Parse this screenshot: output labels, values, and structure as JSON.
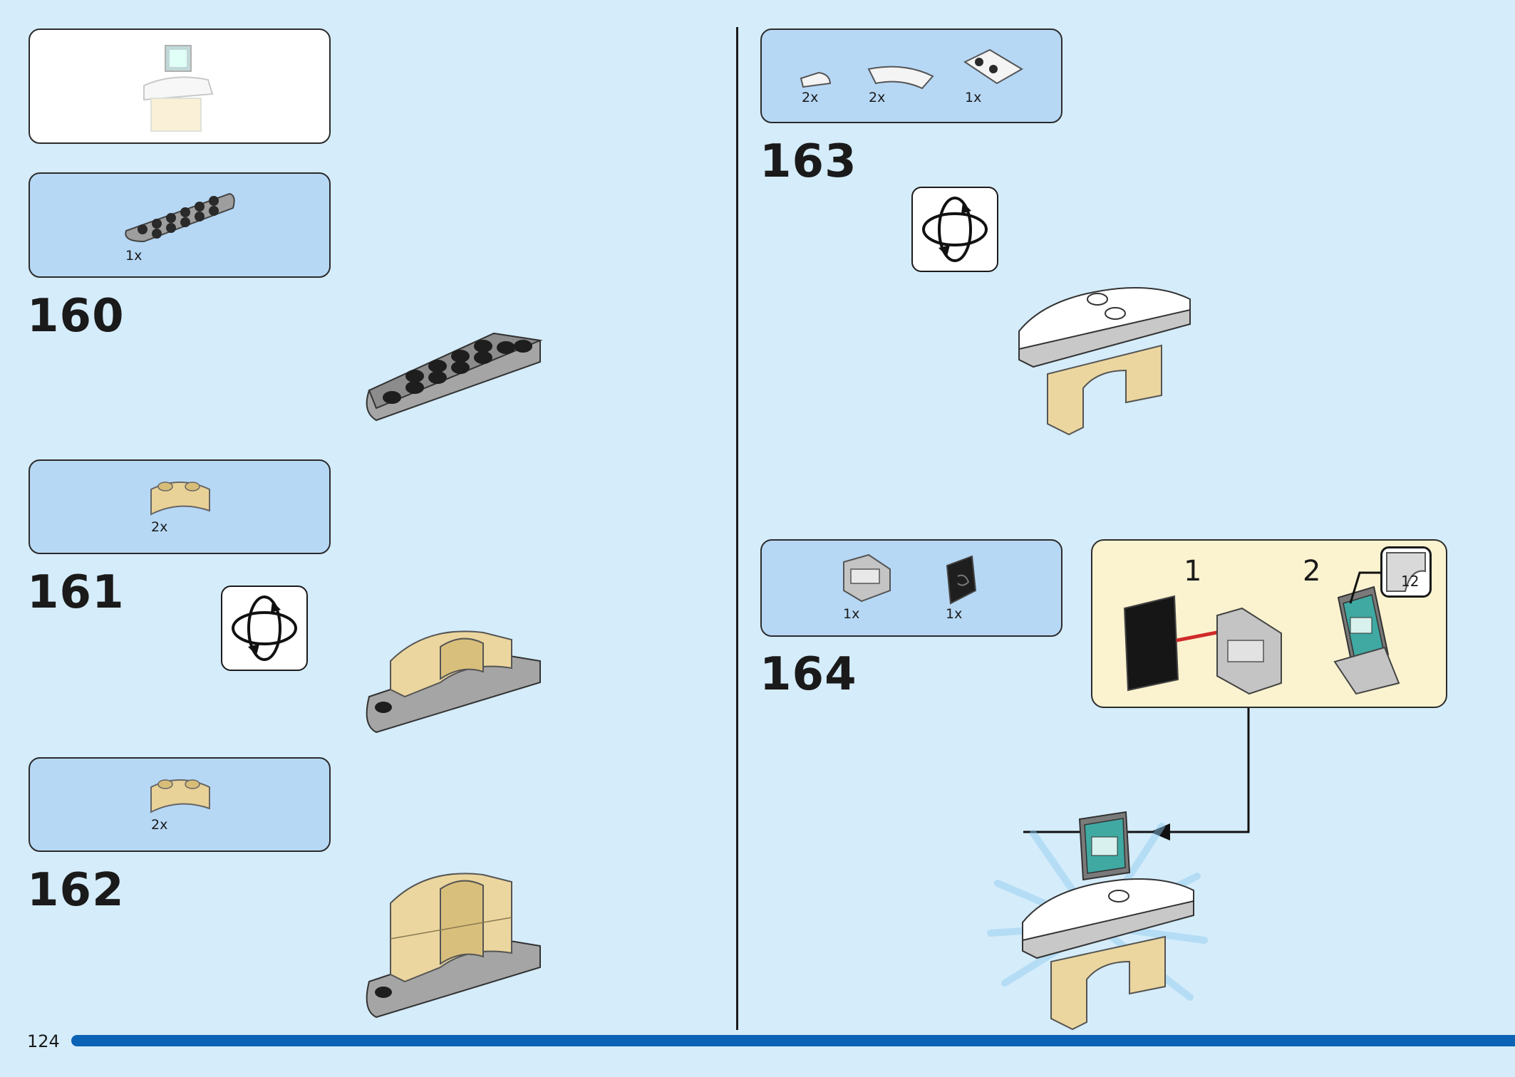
{
  "page_number": "124",
  "steps": [
    {
      "number": "160",
      "parts": [
        {
          "qty": "1x"
        }
      ]
    },
    {
      "number": "161",
      "parts": [
        {
          "qty": "2x"
        }
      ]
    },
    {
      "number": "162",
      "parts": [
        {
          "qty": "2x"
        }
      ]
    },
    {
      "number": "163",
      "parts": [
        {
          "qty": "2x"
        },
        {
          "qty": "2x"
        },
        {
          "qty": "1x"
        }
      ]
    },
    {
      "number": "164",
      "parts": [
        {
          "qty": "1x"
        },
        {
          "qty": "1x"
        }
      ],
      "substeps": [
        "1",
        "2"
      ],
      "sticker_sheet": "12"
    }
  ],
  "progress": 0.95,
  "icons": [
    "rotate-model-icon",
    "sticker-sheet-icon"
  ],
  "colors": {
    "background": "#d5ecfa",
    "parts_box": "#b6d8f5",
    "callout": "#fbf3cf",
    "progress_bar": "#0c63b5"
  }
}
